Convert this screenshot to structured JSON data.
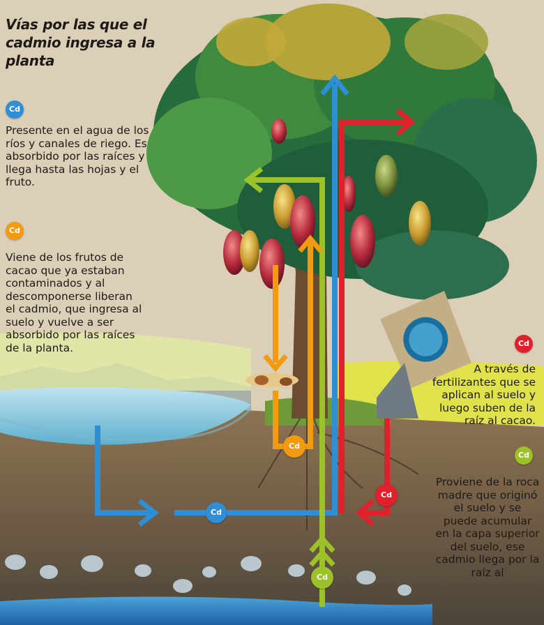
{
  "title": "Vías por las que el cadmio ingresa a la planta",
  "element_symbol": "Cd",
  "colors": {
    "water_path": "#2f8fd6",
    "fruit_path": "#f29a12",
    "fertilizer_path": "#e0202a",
    "rock_path": "#9cc22a"
  },
  "sources": [
    {
      "key": "water",
      "text": "Presente en el agua de los ríos y canales de riego. Es absorbido por las raíces y llega hasta las hojas y el fruto."
    },
    {
      "key": "fruit",
      "text": "Viene de los frutos de cacao que ya estaban contaminados y al descomponerse liberan el cadmio, que ingresa al suelo y vuelve a ser absorbido por las raíces de la planta."
    },
    {
      "key": "fertilizer",
      "text": "A través de fertilizantes que se aplican al suelo y luego suben de la raíz al cacao."
    },
    {
      "key": "rock",
      "text": "Proviene de la roca madre que originó el suelo y se puede acumular en la capa superior del suelo, ese cadmio llega por la raíz al"
    }
  ]
}
